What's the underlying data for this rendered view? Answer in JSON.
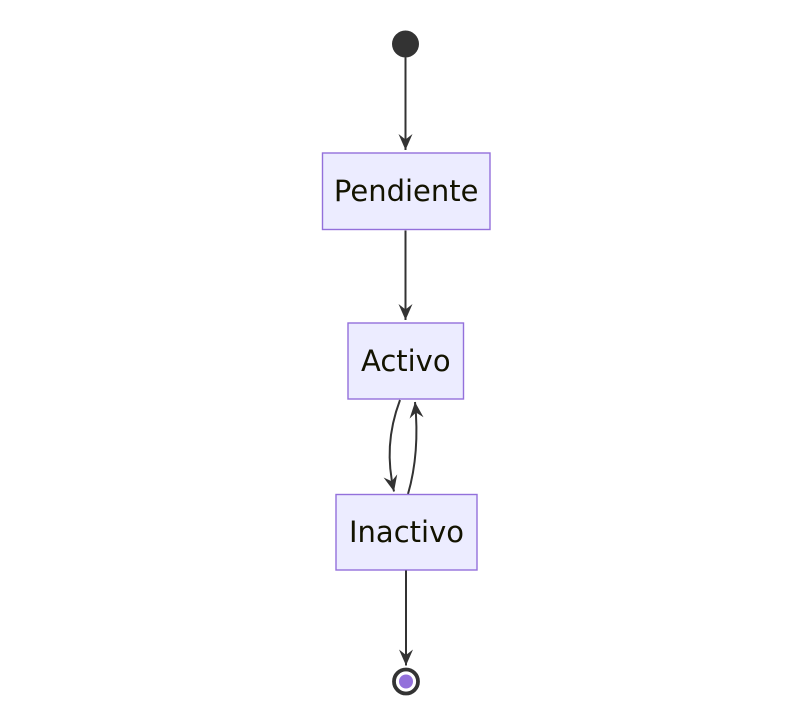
{
  "diagram": {
    "type": "state-diagram",
    "direction": "top-to-bottom",
    "states": [
      {
        "kind": "initial"
      },
      {
        "kind": "state",
        "label": "Pendiente"
      },
      {
        "kind": "state",
        "label": "Activo"
      },
      {
        "kind": "state",
        "label": "Inactivo"
      },
      {
        "kind": "final"
      }
    ],
    "transitions": [
      {
        "from": "initial",
        "to": "Pendiente"
      },
      {
        "from": "Pendiente",
        "to": "Activo"
      },
      {
        "from": "Activo",
        "to": "Inactivo"
      },
      {
        "from": "Inactivo",
        "to": "Activo"
      },
      {
        "from": "Inactivo",
        "to": "final"
      }
    ],
    "colors": {
      "background": "#FFFFFF",
      "state_fill": "#ECECFF",
      "state_border": "#9370DB",
      "label_text": "#131300",
      "edge": "#333333",
      "initial_fill": "#333333",
      "final_ring": "#333333",
      "final_inner_fill": "#9370DB"
    }
  }
}
